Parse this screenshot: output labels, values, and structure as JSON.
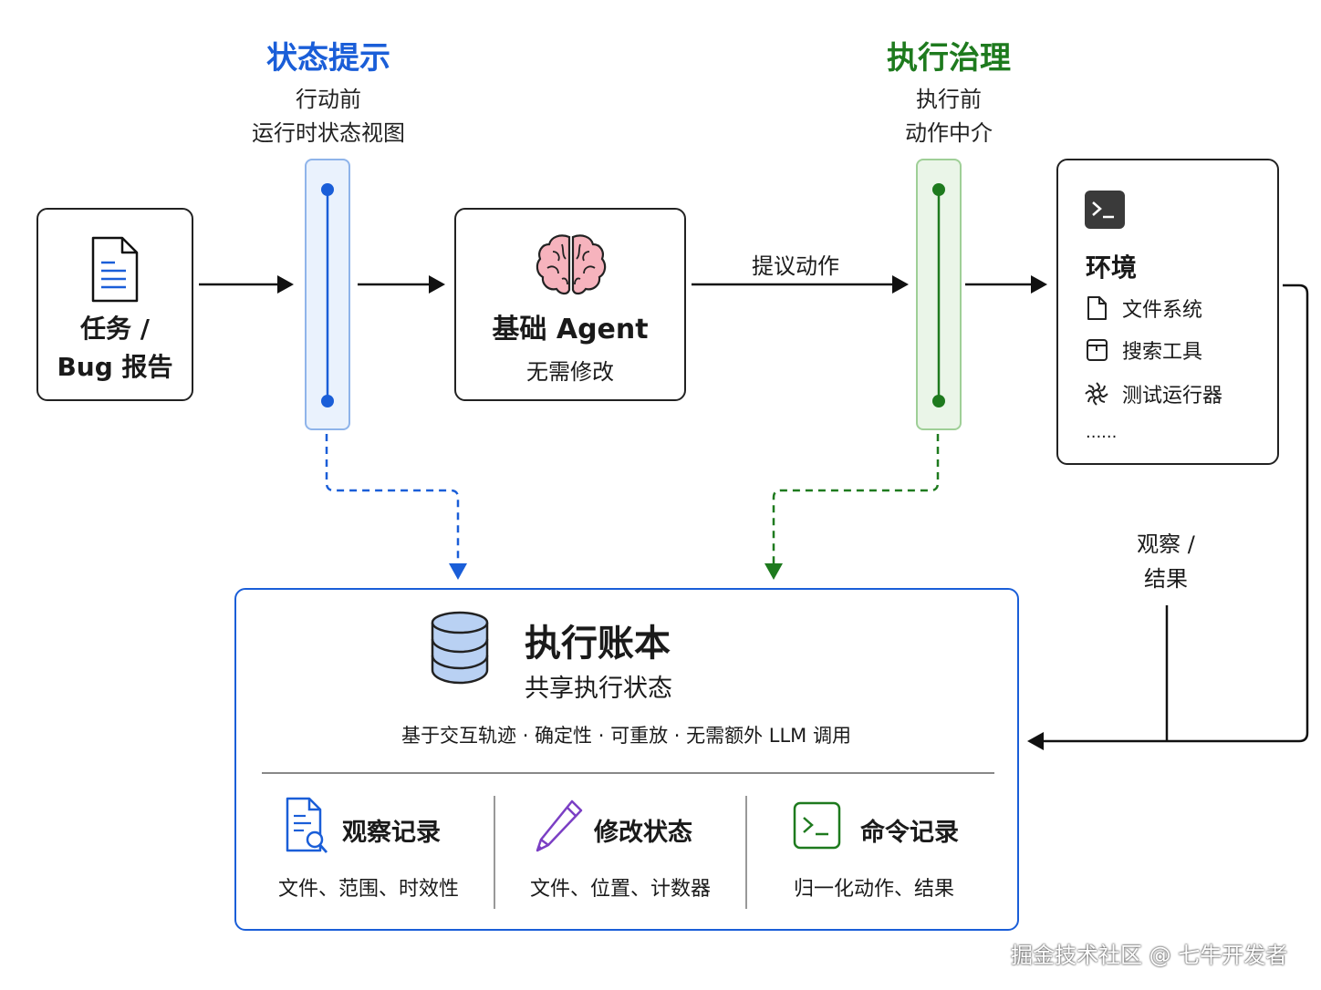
{
  "state_hint": {
    "title": "状态提示",
    "line1": "行动前",
    "line2": "运行时状态视图",
    "color": "#1a5ed8"
  },
  "exec_governance": {
    "title": "执行治理",
    "line1": "执行前",
    "line2": "动作中介",
    "color": "#1e7a1e"
  },
  "task": {
    "line1": "任务 /",
    "line2": "Bug 报告",
    "icon": "document-icon"
  },
  "agent": {
    "title": "基础 Agent",
    "subtitle": "无需修改",
    "icon": "brain-icon"
  },
  "propose_label": "提议动作",
  "environment": {
    "title": "环境",
    "icon": "terminal-icon",
    "items": [
      {
        "label": "文件系统",
        "icon": "file-icon"
      },
      {
        "label": "搜索工具",
        "icon": "window-icon"
      },
      {
        "label": "测试运行器",
        "icon": "gear-icon"
      }
    ],
    "more": "......"
  },
  "observation": {
    "line1": "观察 /",
    "line2": "结果"
  },
  "ledger": {
    "title": "执行账本",
    "subtitle": "共享执行状态",
    "icon": "database-icon",
    "props": "基于交互轨迹 · 确定性 · 可重放 · 无需额外 LLM 调用",
    "features": [
      {
        "title": "观察记录",
        "desc": "文件、范围、时效性",
        "icon": "doc-search-icon"
      },
      {
        "title": "修改状态",
        "desc": "文件、位置、计数器",
        "icon": "pencil-icon"
      },
      {
        "title": "命令记录",
        "desc": "归一化动作、结果",
        "icon": "terminal-icon"
      }
    ],
    "border_color": "#1a5ed8"
  },
  "watermark": "掘金技术社区 @ 七牛开发者"
}
